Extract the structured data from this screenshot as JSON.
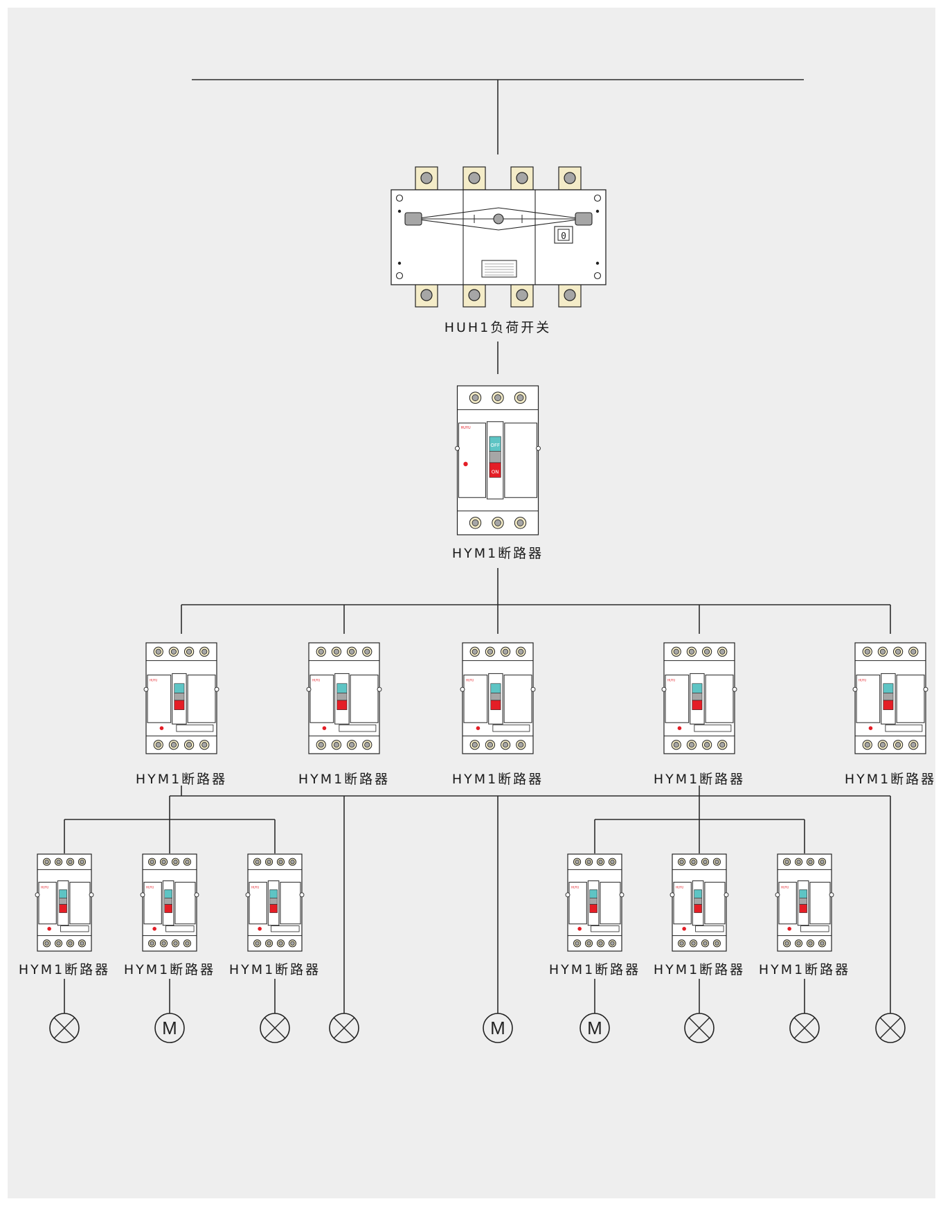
{
  "diagram": {
    "load_switch_label": "HUH1负荷开关",
    "main_breaker_label": "HYM1断路器",
    "switch_indicator": "0",
    "breaker_off_text": "OFF",
    "breaker_on_text": "ON",
    "brand_text": "HUYU",
    "row1_labels": [
      "HYM1断路器",
      "HYM1断路器",
      "HYM1断路器",
      "HYM1断路器",
      "HYM1断路器"
    ],
    "row2_labels": [
      "HYM1断路器",
      "HYM1断路器",
      "HYM1断路器",
      "HYM1断路器",
      "HYM1断路器",
      "HYM1断路器"
    ],
    "loads": [
      {
        "type": "lamp"
      },
      {
        "type": "motor",
        "text": "M"
      },
      {
        "type": "lamp"
      },
      {
        "type": "lamp"
      },
      {
        "type": "motor",
        "text": "M"
      },
      {
        "type": "motor",
        "text": "M"
      },
      {
        "type": "lamp"
      },
      {
        "type": "lamp"
      },
      {
        "type": "lamp"
      }
    ],
    "colors": {
      "background": "#eeeeee",
      "line": "#2a2a2a",
      "off_cyan": "#5ec4c4",
      "on_red": "#e41e26",
      "terminal": "#f4ecc8",
      "gray": "#a6a6a6"
    }
  }
}
